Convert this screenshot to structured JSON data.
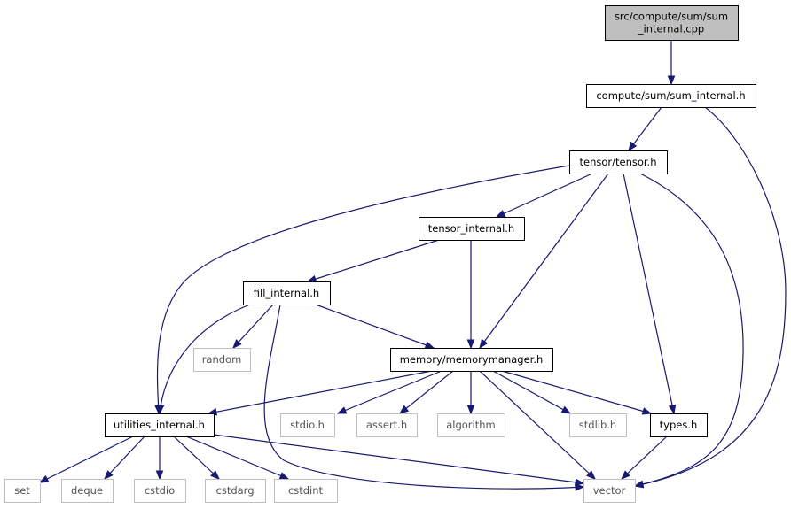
{
  "colors": {
    "edge": "#191970",
    "root_fill": "#bfbfbf",
    "root_border": "#000000",
    "node_border": "#000000",
    "external_border": "#bfbfbf",
    "node_text": "#000000",
    "external_text": "#545454"
  },
  "nodes": [
    {
      "id": "root",
      "lines": [
        "src/compute/sum/sum",
        "_internal.cpp"
      ],
      "kind": "root"
    },
    {
      "id": "sum_internal",
      "lines": [
        "compute/sum/sum_internal.h"
      ],
      "kind": "file"
    },
    {
      "id": "tensor",
      "lines": [
        "tensor/tensor.h"
      ],
      "kind": "file"
    },
    {
      "id": "tensor_internal",
      "lines": [
        "tensor_internal.h"
      ],
      "kind": "file"
    },
    {
      "id": "fill_internal",
      "lines": [
        "fill_internal.h"
      ],
      "kind": "file"
    },
    {
      "id": "random",
      "lines": [
        "random"
      ],
      "kind": "external"
    },
    {
      "id": "memorymanager",
      "lines": [
        "memory/memorymanager.h"
      ],
      "kind": "file"
    },
    {
      "id": "utilities_internal",
      "lines": [
        "utilities_internal.h"
      ],
      "kind": "file"
    },
    {
      "id": "stdio_h",
      "lines": [
        "stdio.h"
      ],
      "kind": "external"
    },
    {
      "id": "assert_h",
      "lines": [
        "assert.h"
      ],
      "kind": "external"
    },
    {
      "id": "algorithm",
      "lines": [
        "algorithm"
      ],
      "kind": "external"
    },
    {
      "id": "stdlib_h",
      "lines": [
        "stdlib.h"
      ],
      "kind": "external"
    },
    {
      "id": "types_h",
      "lines": [
        "types.h"
      ],
      "kind": "file"
    },
    {
      "id": "set",
      "lines": [
        "set"
      ],
      "kind": "external"
    },
    {
      "id": "deque",
      "lines": [
        "deque"
      ],
      "kind": "external"
    },
    {
      "id": "cstdio",
      "lines": [
        "cstdio"
      ],
      "kind": "external"
    },
    {
      "id": "cstdarg",
      "lines": [
        "cstdarg"
      ],
      "kind": "external"
    },
    {
      "id": "cstdint",
      "lines": [
        "cstdint"
      ],
      "kind": "external"
    },
    {
      "id": "vector",
      "lines": [
        "vector"
      ],
      "kind": "external"
    }
  ],
  "edges": [
    {
      "from": "root",
      "to": "sum_internal"
    },
    {
      "from": "sum_internal",
      "to": "tensor"
    },
    {
      "from": "sum_internal",
      "to": "vector"
    },
    {
      "from": "tensor",
      "to": "tensor_internal"
    },
    {
      "from": "tensor",
      "to": "utilities_internal"
    },
    {
      "from": "tensor",
      "to": "memorymanager"
    },
    {
      "from": "tensor",
      "to": "types_h"
    },
    {
      "from": "tensor",
      "to": "vector"
    },
    {
      "from": "tensor_internal",
      "to": "fill_internal"
    },
    {
      "from": "tensor_internal",
      "to": "memorymanager"
    },
    {
      "from": "fill_internal",
      "to": "random"
    },
    {
      "from": "fill_internal",
      "to": "utilities_internal"
    },
    {
      "from": "fill_internal",
      "to": "memorymanager"
    },
    {
      "from": "fill_internal",
      "to": "vector"
    },
    {
      "from": "memorymanager",
      "to": "utilities_internal"
    },
    {
      "from": "memorymanager",
      "to": "stdio_h"
    },
    {
      "from": "memorymanager",
      "to": "assert_h"
    },
    {
      "from": "memorymanager",
      "to": "algorithm"
    },
    {
      "from": "memorymanager",
      "to": "stdlib_h"
    },
    {
      "from": "memorymanager",
      "to": "types_h"
    },
    {
      "from": "memorymanager",
      "to": "vector"
    },
    {
      "from": "utilities_internal",
      "to": "set"
    },
    {
      "from": "utilities_internal",
      "to": "deque"
    },
    {
      "from": "utilities_internal",
      "to": "cstdio"
    },
    {
      "from": "utilities_internal",
      "to": "cstdarg"
    },
    {
      "from": "utilities_internal",
      "to": "cstdint"
    },
    {
      "from": "utilities_internal",
      "to": "vector"
    },
    {
      "from": "types_h",
      "to": "vector"
    }
  ]
}
